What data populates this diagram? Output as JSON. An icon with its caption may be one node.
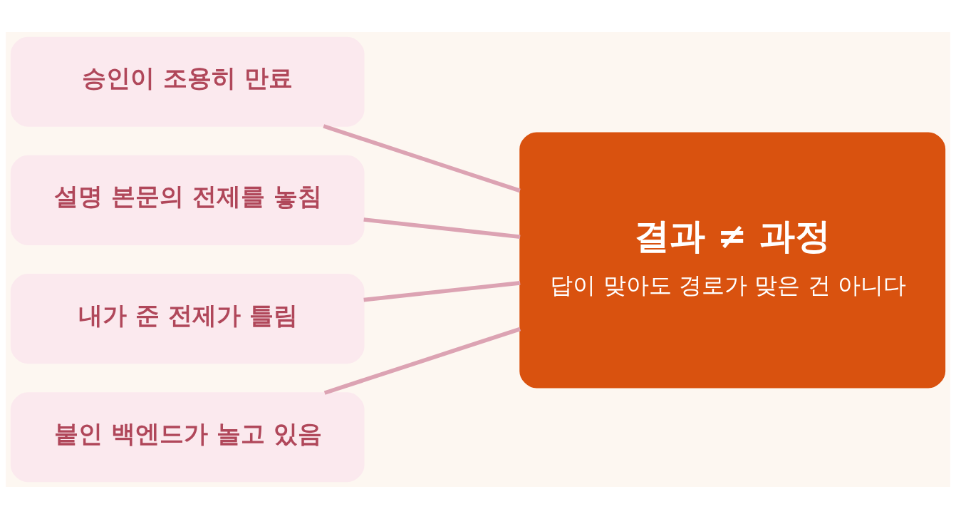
{
  "diagram": {
    "nodes": [
      {
        "text": [
          "승인이 조용히 만료"
        ]
      },
      {
        "text": [
          "설명 본문의 전제를 놓침"
        ]
      },
      {
        "text": [
          "내가 준 전제가 틀림"
        ]
      },
      {
        "text": [
          "붙인 백엔드가 놀고 있음"
        ]
      },
      {
        "text": [
          "결과 ≠ 과정",
          "답이 맞아도 경로가 맞은 건 아니다"
        ]
      }
    ],
    "edges": [
      {
        "from": 0,
        "to": 4,
        "arrow": "none"
      },
      {
        "from": 1,
        "to": 4,
        "arrow": "none"
      },
      {
        "from": 2,
        "to": 4,
        "arrow": "none"
      },
      {
        "from": 3,
        "to": 4,
        "arrow": "none"
      }
    ]
  }
}
